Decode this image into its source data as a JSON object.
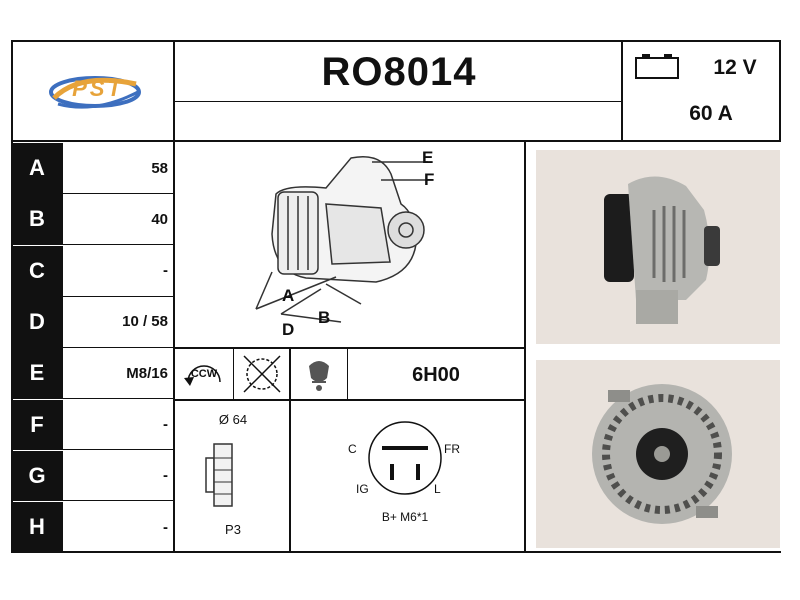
{
  "header": {
    "logo_text": "PST",
    "part_number": "RO8014",
    "voltage": "12 V",
    "amperage": "60 A"
  },
  "rows": [
    {
      "label": "A",
      "value": "58"
    },
    {
      "label": "B",
      "value": "40"
    },
    {
      "label": "C",
      "value": "-"
    },
    {
      "label": "D",
      "value": "10 / 58"
    },
    {
      "label": "E",
      "value": "M8/16"
    },
    {
      "label": "F",
      "value": "-"
    },
    {
      "label": "G",
      "value": "-"
    },
    {
      "label": "H",
      "value": "-"
    }
  ],
  "diagram": {
    "labels": {
      "a": "A",
      "b": "B",
      "d": "D",
      "e": "E",
      "f": "F"
    }
  },
  "symbols": {
    "rotation": "CCW",
    "clock_position": "6H00"
  },
  "pulley": {
    "diameter": "Ø 64",
    "type": "P3"
  },
  "connector": {
    "c": "C",
    "fr": "FR",
    "ig": "IG",
    "l": "L",
    "terminal": "B+ M6*1"
  },
  "icons": [
    "battery-icon",
    "rotation-ccw-icon",
    "fan-crossed-icon",
    "regulator-icon"
  ]
}
